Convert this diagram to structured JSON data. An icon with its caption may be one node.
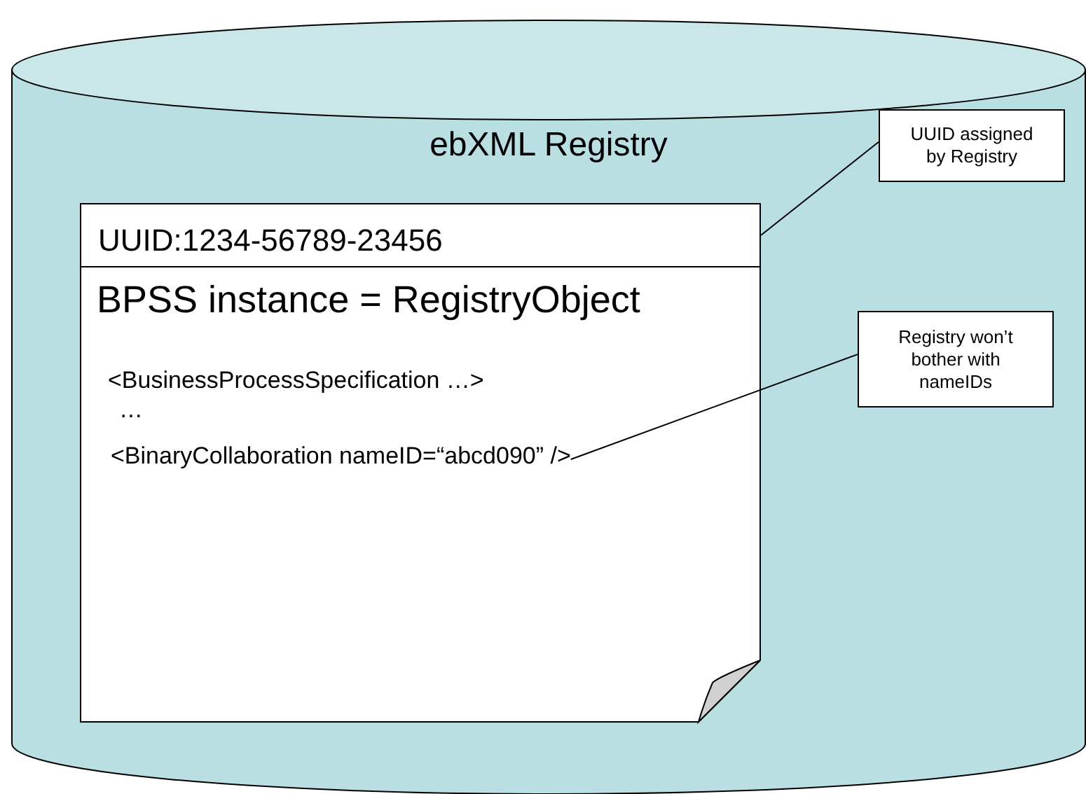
{
  "diagram": {
    "nodes": [
      {
        "text": [
          "ebXML Registry"
        ]
      },
      {
        "text": [],
        "shape": "document",
        "in": 0
      },
      {
        "text": [
          "UUID:1234-56789-23456"
        ],
        "in": 1
      },
      {
        "text": [
          "BPSS instance = RegistryObject",
          "<BusinessProcessSpecification …>",
          "…"
        ],
        "in": 1
      },
      {
        "text": [
          "<BinaryCollaboration nameID=“abcd090” />"
        ],
        "in": 3
      },
      {
        "text": [
          "UUID assigned by Registry"
        ],
        "in": 0
      },
      {
        "text": [
          "Registry won’t bother with nameIDs"
        ],
        "in": 0
      }
    ],
    "edges": [
      {
        "from": 5,
        "to": 2,
        "arrow": "none"
      },
      {
        "from": 6,
        "to": 4,
        "arrow": "none"
      }
    ]
  }
}
